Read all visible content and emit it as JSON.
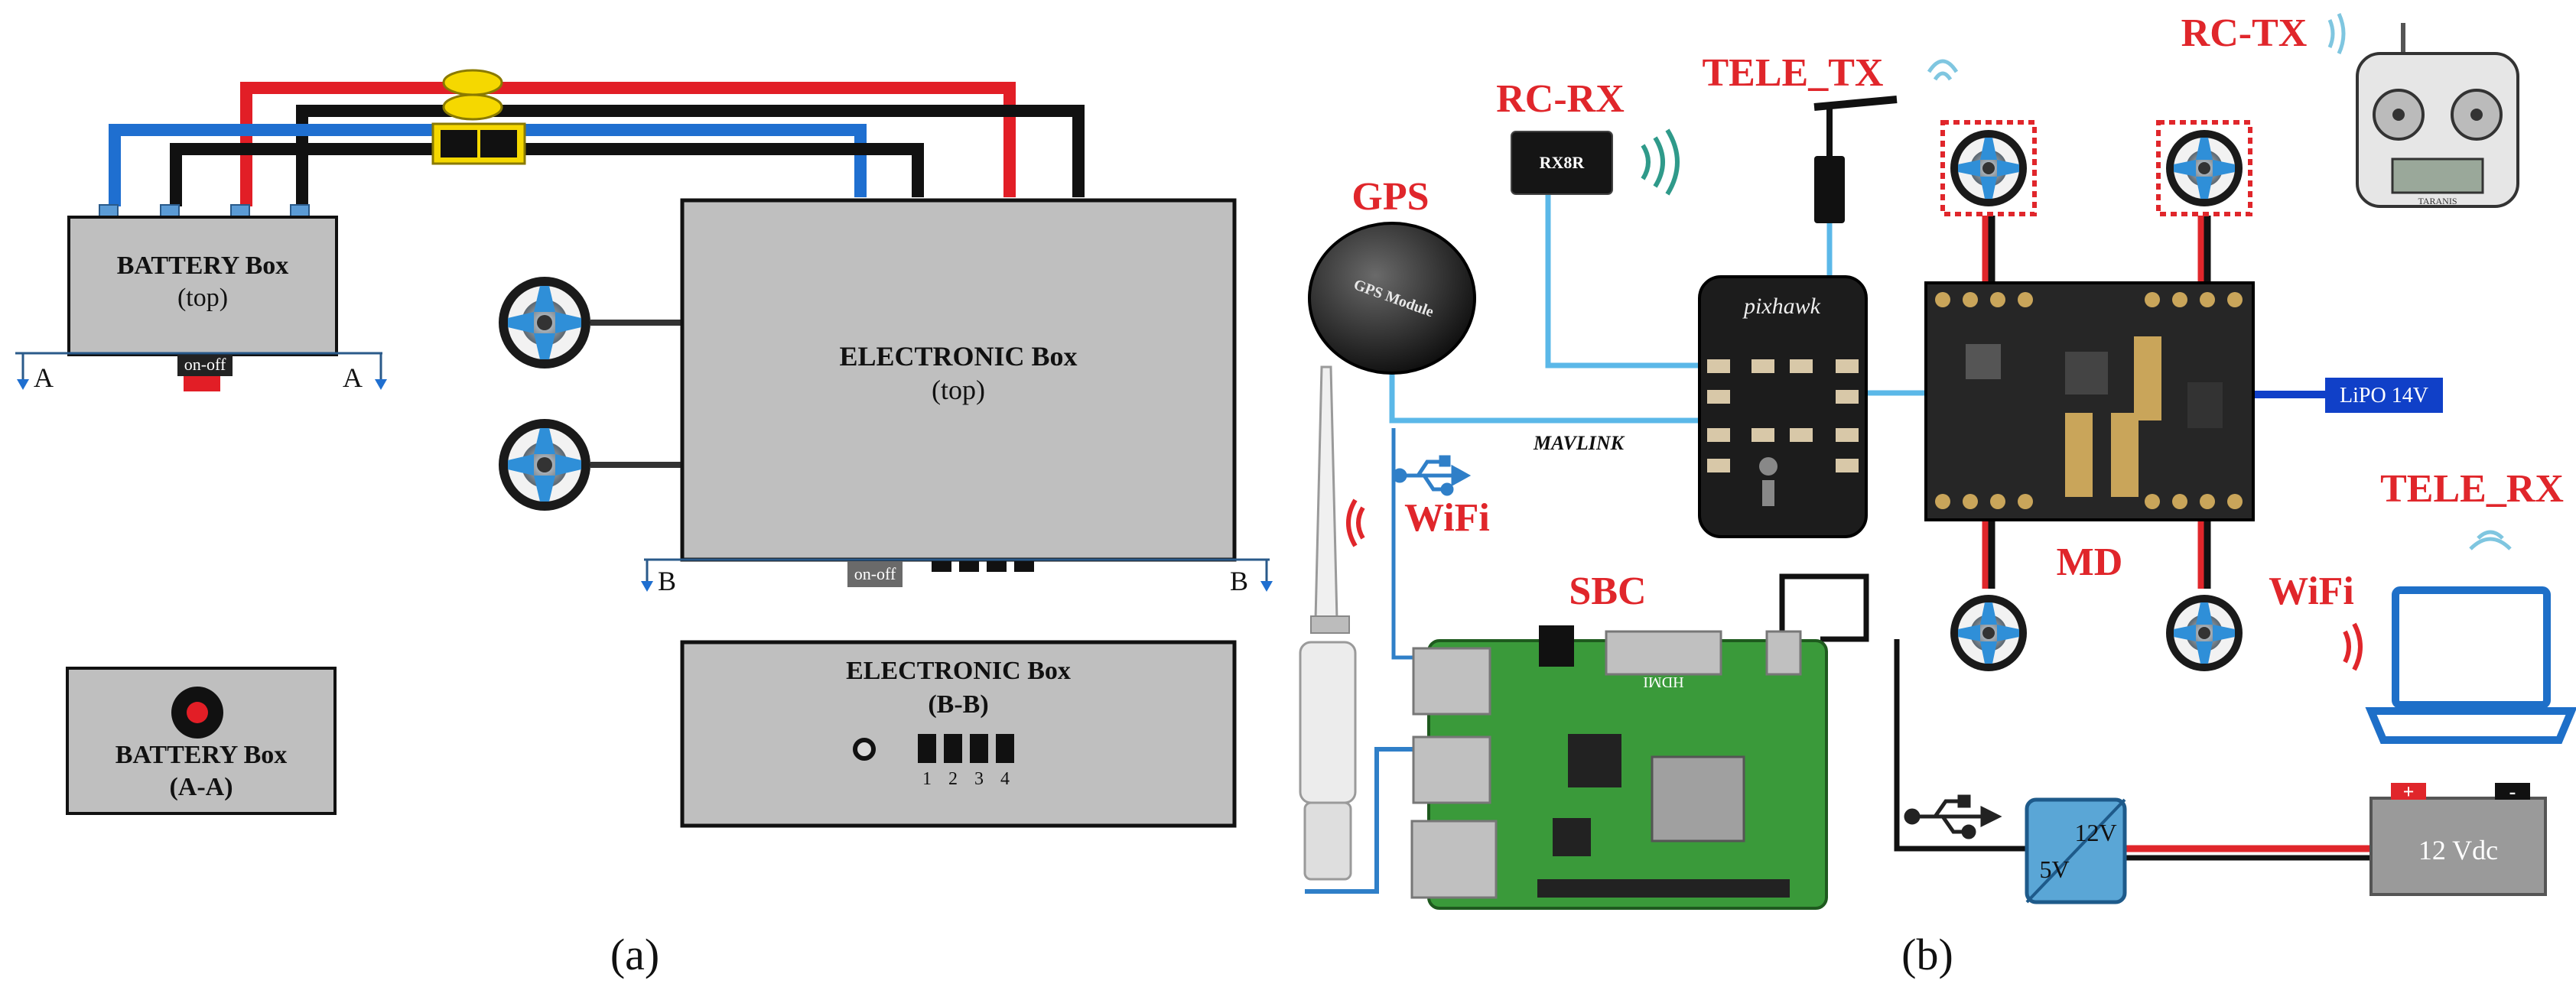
{
  "panel_a": {
    "caption": "(a)",
    "battery_top": {
      "title": "BATTERY Box",
      "subtitle": "(top)",
      "switch_label": "on-off",
      "section_left": "A",
      "section_right": "A"
    },
    "battery_aa": {
      "title": "BATTERY Box",
      "subtitle": "(A-A)"
    },
    "electronic_top": {
      "title": "ELECTRONIC Box",
      "subtitle": "(top)",
      "switch_label": "on-off",
      "section_left": "B",
      "section_right": "B"
    },
    "electronic_bb": {
      "title": "ELECTRONIC Box",
      "subtitle": "(B-B)",
      "ports": [
        "1",
        "2",
        "3",
        "4"
      ]
    }
  },
  "panel_b": {
    "caption": "(b)",
    "labels": {
      "gps": "GPS",
      "rc_rx": "RC-RX",
      "tele_tx": "TELE_TX",
      "rc_tx": "RC-TX",
      "tele_rx": "TELE_RX",
      "sbc": "SBC",
      "md": "MD",
      "wifi_left": "WiFi",
      "wifi_right": "WiFi",
      "mavlink": "MAVLINK",
      "lipo": "LiPO 14V",
      "battery": "12 Vdc",
      "converter_in": "12V",
      "converter_out": "5V",
      "battery_plus": "+",
      "battery_minus": "-"
    },
    "device_text": {
      "gps_module": "GPS Module",
      "pixhawk": "pixhawk",
      "rx_model": "RX8R",
      "hdmi": "HDMI",
      "taranis": "TARANIS"
    },
    "colors": {
      "label_red": "#e0262b",
      "link_blue": "#5bb8e8",
      "lipo_blue": "#1040c8",
      "power_red": "#e0262b",
      "pcb_green": "#3a9a3a",
      "converter_blue": "#5aa6d6"
    }
  }
}
